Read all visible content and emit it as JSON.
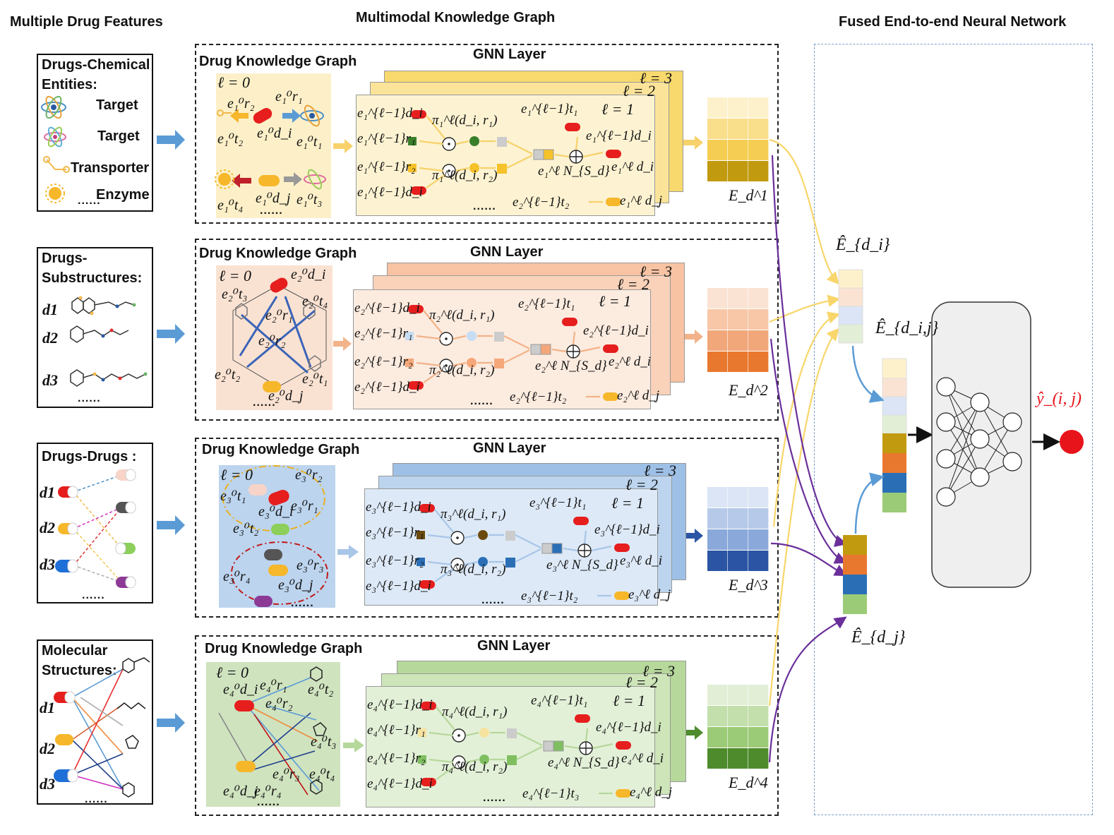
{
  "headers": {
    "left": "Multiple Drug Features",
    "middle": "Multimodal Knowledge Graph",
    "right": "Fused End-to-end Neural Network"
  },
  "features": [
    {
      "title": "Drugs-Chemical\nEntities:",
      "items": [
        "Target",
        "Target",
        "Transporter",
        "Enzyme"
      ],
      "more": "......"
    },
    {
      "title": "Drugs-\nSubstructures:",
      "items": [
        "d1",
        "d2",
        "d3"
      ],
      "more": "......"
    },
    {
      "title": "Drugs-Drugs :",
      "items": [
        "d1",
        "d2",
        "d3"
      ],
      "more": "......"
    },
    {
      "title": "Molecular\nStructures:",
      "items": [
        "d1",
        "d2",
        "d3"
      ],
      "more": "......"
    }
  ],
  "graph_title": "Drug Knowledge Graph",
  "gnn_title": "GNN Layer",
  "layers": {
    "l0": "ℓ = 0",
    "l1": "ℓ = 1",
    "l2": "ℓ = 2",
    "l3": "ℓ = 3"
  },
  "more_dots": "......",
  "rows": [
    {
      "id": 1,
      "colors": {
        "graph_bg": "#fdf0c8",
        "stack": "#f8d96e",
        "stack_light": "#fdf3d2",
        "emb": [
          "#fdf1cc",
          "#f9de8c",
          "#f5cd52",
          "#c29a10"
        ],
        "arrow": "#f7d26b"
      },
      "kg_nodes": [
        "e₁⁰r₂",
        "e₁⁰r₁",
        "e₁⁰d_i",
        "e₁⁰t₂",
        "e₁⁰t₁",
        "e₁⁰t₄",
        "e₁⁰d_j",
        "e₁⁰t₃"
      ],
      "gnn_terms": [
        "e₁^{ℓ−1}d_i",
        "e₁^{ℓ−1}r₁",
        "e₁^{ℓ−1}r₂",
        "e₁^{ℓ−1}d_i",
        "π₁^ℓ(d_i, r₁)",
        "π₁^ℓ(d_i, r₂)",
        "e₁^{ℓ−1}t₁",
        "e₁^{ℓ−1}d_i",
        "e₁^ℓ d_i",
        "e₁^ℓ N_{S_d}",
        "e₂^{ℓ−1}t₂",
        "e₁^ℓ d_j"
      ],
      "emb_label": "E_d^1"
    },
    {
      "id": 2,
      "colors": {
        "graph_bg": "#fae2d2",
        "stack": "#f8c3a3",
        "stack_light": "#fcebdf",
        "emb": [
          "#fbe3d3",
          "#f7c7a7",
          "#f1a779",
          "#e9782f"
        ],
        "arrow": "#f3b38a"
      },
      "kg_nodes": [
        "e₂⁰d_i",
        "e₂⁰t₃",
        "e₂⁰t₄",
        "e₂⁰r₁",
        "e₂⁰r₂",
        "e₂⁰t₂",
        "e₂⁰t₁",
        "e₂⁰d_j"
      ],
      "gnn_terms": [
        "e₂^{ℓ−1}d_i",
        "e₂^{ℓ−1}r₁",
        "e₂^{ℓ−1}r₂",
        "e₂^{ℓ−1}d_i",
        "π₂^ℓ(d_i, r₁)",
        "π₂^ℓ(d_i, r₂)",
        "e₂^{ℓ−1}t₁",
        "e₂^{ℓ−1}d_i",
        "e₂^ℓ d_i",
        "e₂^ℓ N_{S_d}",
        "e₂^{ℓ−1}t₂",
        "e₂^ℓ d_j"
      ],
      "emb_label": "E_d^2"
    },
    {
      "id": 3,
      "colors": {
        "graph_bg": "#bcd4ee",
        "stack": "#9ec0e6",
        "stack_light": "#dde9f7",
        "emb": [
          "#dbe5f5",
          "#b6c9e9",
          "#8aa8da",
          "#2b55a4"
        ],
        "arrow": "#a8c6e8"
      },
      "kg_nodes": [
        "e₃⁰r₂",
        "e₃⁰t₁",
        "e₃⁰d_i",
        "e₃⁰r₁",
        "e₃⁰t₂",
        "e₃⁰r₃",
        "e₃⁰r₄",
        "e₃⁰d_j"
      ],
      "gnn_terms": [
        "e₃^{ℓ−1}d_i",
        "e₃^{ℓ−1}r₁",
        "e₃^{ℓ−1}r₂",
        "e₃^{ℓ−1}d_i",
        "π₃^ℓ(d_i, r₁)",
        "π₃^ℓ(d_i, r₂)",
        "e₃^{ℓ−1}t₁",
        "e₃^{ℓ−1}d_i",
        "e₃^ℓ d_i",
        "e₃^ℓ N_{S_d}",
        "e₃^{ℓ−1}t₂",
        "e₃^ℓ d_j"
      ],
      "emb_label": "E_d^3"
    },
    {
      "id": 4,
      "colors": {
        "graph_bg": "#cfe3bf",
        "stack": "#b6d89b",
        "stack_light": "#e3f0d8",
        "emb": [
          "#e2efd6",
          "#c3dfab",
          "#9ccb77",
          "#4e8b2c"
        ],
        "arrow": "#b6d89b"
      },
      "kg_nodes": [
        "e₄⁰d_i",
        "e₄⁰r₁",
        "e₄⁰t₂",
        "e₄⁰r₂",
        "e₄⁰t₃",
        "e₄⁰r₃",
        "e₄⁰t₄",
        "e₄⁰d_j",
        "e₄⁰r₄"
      ],
      "gnn_terms": [
        "e₄^{ℓ−1}d_i",
        "e₄^{ℓ−1}r₁",
        "e₄^{ℓ−1}r₂",
        "e₄^{ℓ−1}d_i",
        "π₄^ℓ(d_i, r₁)",
        "π₄^ℓ(d_i, r₂)",
        "e₄^{ℓ−1}t₁",
        "e₄^{ℓ−1}d_i",
        "e₄^ℓ d_i",
        "e₄^ℓ N_{S_d}",
        "e₄^{ℓ−1}t₃",
        "e₄^ℓ d_j"
      ],
      "emb_label": "E_d^4"
    }
  ],
  "fused": {
    "edi_label": "Ê_{d_i}",
    "edij_label": "Ê_{d_i,j}",
    "edj_label": "Ê_{d_j}",
    "output_label": "ŷ_(i, j)",
    "output_color": "#e8141b",
    "link_yellow": "#f8d66b",
    "link_purple": "#6a2f9a",
    "link_blue": "#5b9bd5"
  }
}
